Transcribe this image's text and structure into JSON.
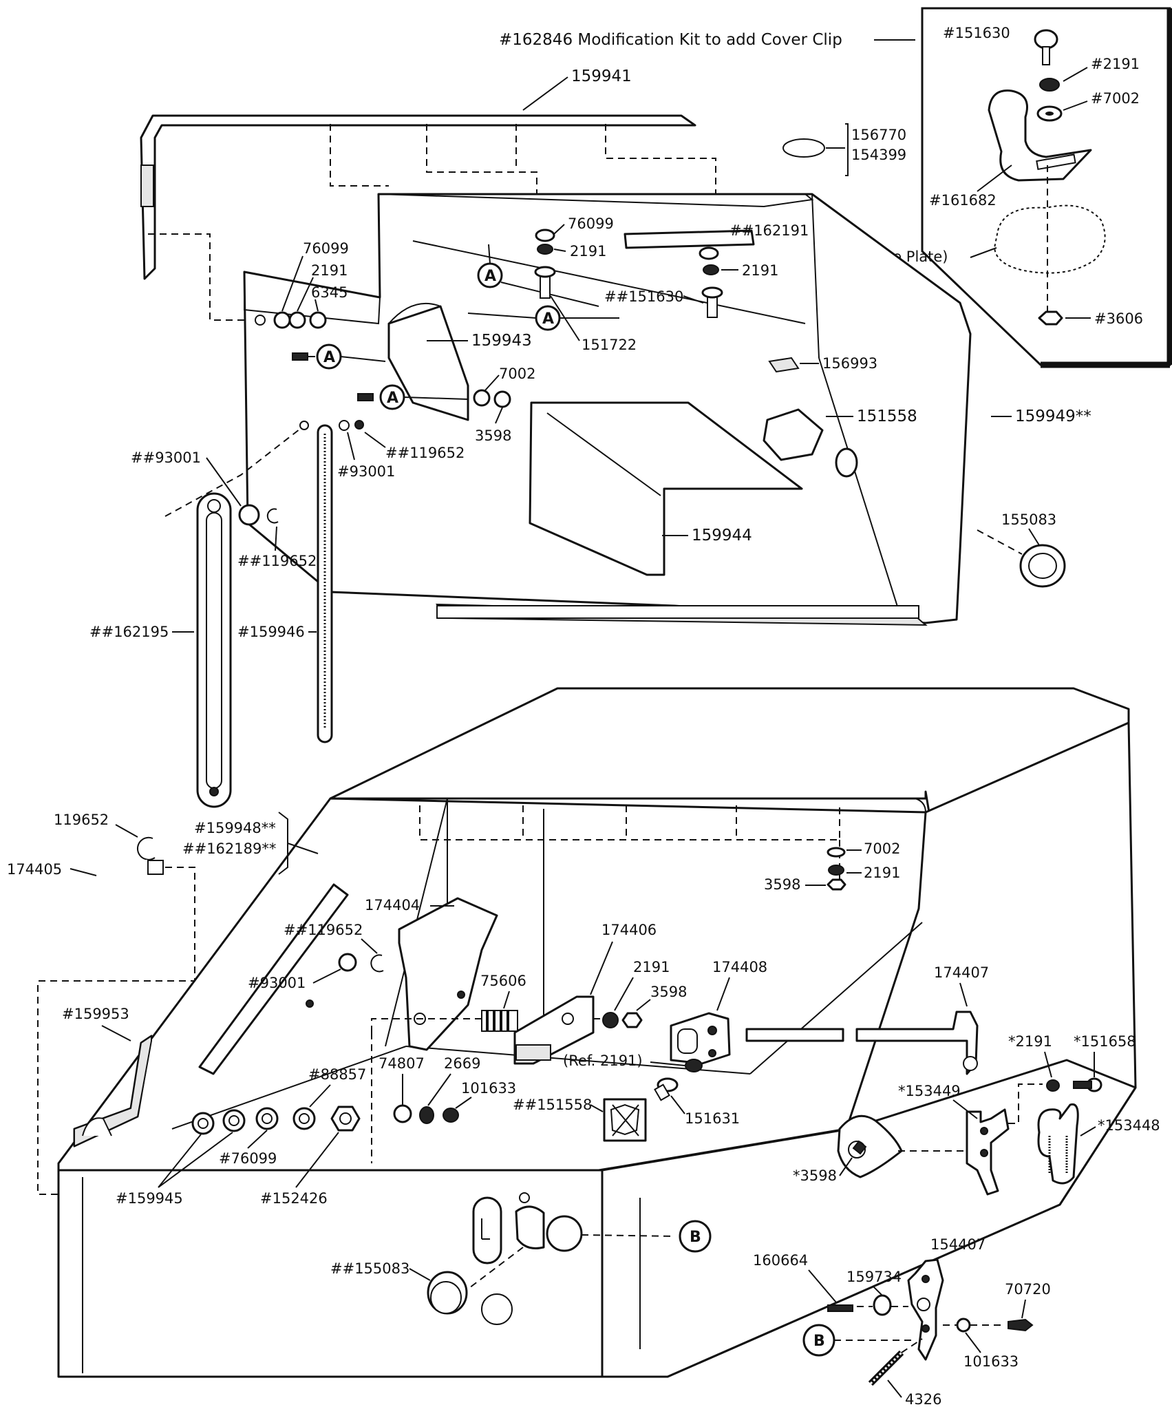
{
  "kit": {
    "title": "#162846 Modification Kit to add Cover Clip",
    "parts": [
      "#151630",
      "#2191",
      "#7002",
      "#161682",
      "(Ref. Base Plate)",
      "#3606"
    ]
  },
  "labels": {
    "l159941": "159941",
    "l156770": "156770",
    "l154399": "154399",
    "l76099a": "76099",
    "l2191a": "2191",
    "l162191": "##162191",
    "l2191b": "2191",
    "l76099b": "76099",
    "l2191c": "2191",
    "l6345": "6345",
    "l151630": "##151630",
    "l159943": "159943",
    "l151722": "151722",
    "l156993": "156993",
    "l7002a": "7002",
    "l3598a": "3598",
    "l151558a": "151558",
    "l159949": "159949**",
    "l93001a": "##93001",
    "l119652a": "##119652",
    "l93001b": "#93001",
    "l119652b": "##119652",
    "l155083a": "155083",
    "l159944": "159944",
    "l162195": "##162195",
    "l159946": "#159946",
    "l119652c": "119652",
    "l174405": "174405",
    "l159948": "#159948**",
    "l162189": "##162189**",
    "l7002b": "7002",
    "l2191d": "2191",
    "l3598b": "3598",
    "l174404": "174404",
    "l119652d": "##119652",
    "l93001c": "#93001",
    "l174406": "174406",
    "l75606": "75606",
    "l2191e": "2191",
    "l3598c": "3598",
    "l174408": "174408",
    "l174407": "174407",
    "l159953": "#159953",
    "lref2191": "(Ref. 2191)",
    "l151631": "151631",
    "l88857": "#88857",
    "l74807": "74807",
    "l2669": "2669",
    "l101633a": "101633",
    "l151558b": "##151558",
    "l2191s": "*2191",
    "l151658": "*151658",
    "l153449": "*153449",
    "l153448": "*153448",
    "l3598s": "*3598",
    "l76099c": "#76099",
    "l159945": "#159945",
    "l152426": "#152426",
    "l155083b": "##155083",
    "l160664": "160664",
    "l154407": "154407",
    "l159734": "159734",
    "l70720": "70720",
    "l101633b": "101633",
    "l4326": "4326"
  },
  "callouts": {
    "a": "A",
    "b": "B"
  },
  "footnote": "*"
}
